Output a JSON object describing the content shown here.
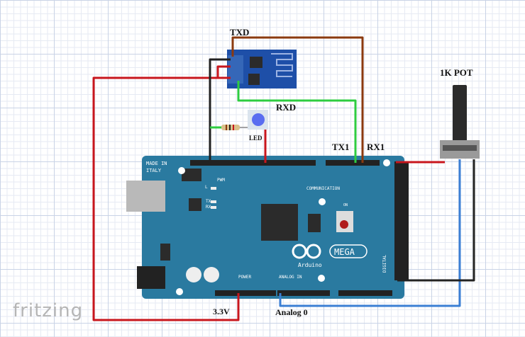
{
  "labels": {
    "txd": "TXD",
    "rxd": "RXD",
    "led": "LED",
    "tx1": "TX1",
    "rx1": "RX1",
    "pot": "1K POT",
    "v33": "3.3V",
    "analog0": "Analog 0"
  },
  "board": {
    "made_in": "MADE IN",
    "italy": "ITALY",
    "pwm": "PWM",
    "communication": "COMMUNICATION",
    "brand": "Arduino",
    "model": "MEGA",
    "power": "POWER",
    "analog_in": "ANALOG IN",
    "digital": "DIGITAL",
    "tx": "TX",
    "rx": "RX",
    "l": "L",
    "on": "ON"
  },
  "watermark": "fritzing",
  "colors": {
    "board": "#2a7aa0",
    "wire_red": "#c8161d",
    "wire_black": "#222222",
    "wire_brown": "#8b3a0f",
    "wire_green": "#2ecc40",
    "wire_blue": "#3b7fd4",
    "esp": "#1e4fa8"
  }
}
